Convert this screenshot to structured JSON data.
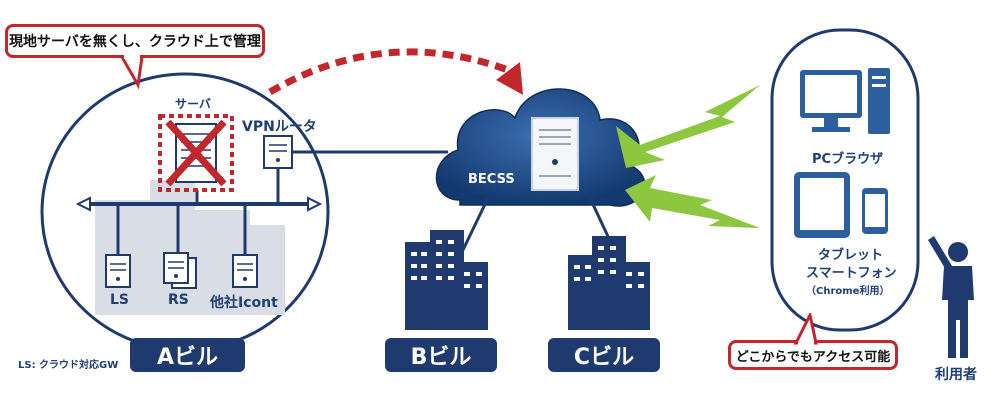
{
  "callout_top": "現地サーバを無くし、クラウド上で管理",
  "callout_bottom": "どこからでもアクセス可能",
  "labels": {
    "server": "サーバ",
    "vpn_router": "VPNルータ",
    "ls": "LS",
    "rs": "RS",
    "other_icont": "他社Icont",
    "becss": "BECSS",
    "pc_browser": "PCブラウザ",
    "tablet": "タブレット",
    "smartphone": "スマートフォン",
    "chrome": "（Chrome利用）",
    "user": "利用者",
    "legend": "LS: クラウド対応GW"
  },
  "buildings": {
    "a": "Aビル",
    "b": "Bビル",
    "c": "Cビル"
  },
  "colors": {
    "navy": "#1e3a6e",
    "cloud": "#1b4a8a",
    "red": "#c1272d",
    "green": "#8dc63f",
    "device_blue": "#2d5f9e"
  }
}
